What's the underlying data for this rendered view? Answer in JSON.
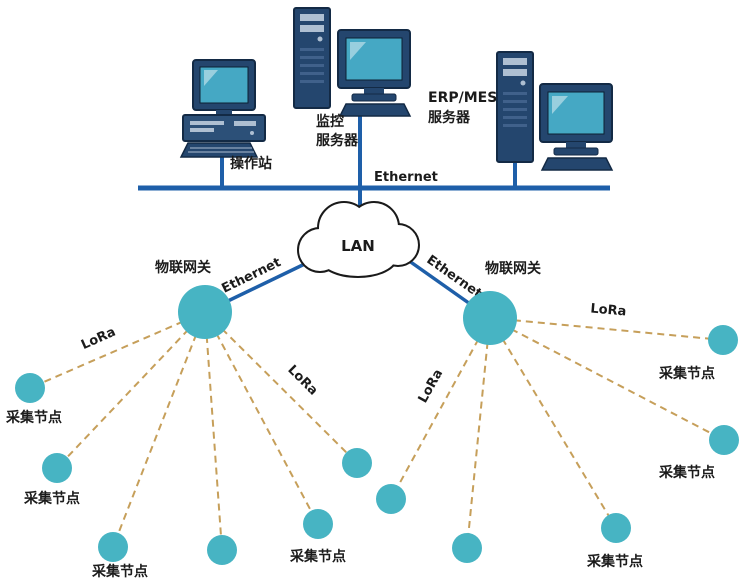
{
  "colors": {
    "ethernet_blue": "#1e5fa9",
    "node_teal": "#47b4c3",
    "lora_gold": "#c69f5a",
    "icon_body": "#24466e",
    "icon_panel": "#aebfd2",
    "screen_teal": "#45a8c4",
    "text": "#1b1b1b"
  },
  "top_section": {
    "workstation": {
      "label": "操作站"
    },
    "monitoring_server": {
      "label_line1": "监控",
      "label_line2": "服务器"
    },
    "erp_server": {
      "label_line1": "ERP/MES",
      "label_line2": "服务器"
    },
    "bus_label": "Ethernet"
  },
  "lan": {
    "label": "LAN"
  },
  "links": {
    "left_ethernet_label": "Ethernet",
    "right_ethernet_label": "Ethernet"
  },
  "gateways": {
    "left_label": "物联网关",
    "right_label": "物联网关"
  },
  "lora_labels": [
    "LoRa",
    "LoRa",
    "LoRa",
    "LoRa"
  ],
  "sensor_labels": [
    "采集节点",
    "采集节点",
    "采集节点",
    "采集节点",
    "采集节点",
    "采集节点",
    "采集节点"
  ]
}
